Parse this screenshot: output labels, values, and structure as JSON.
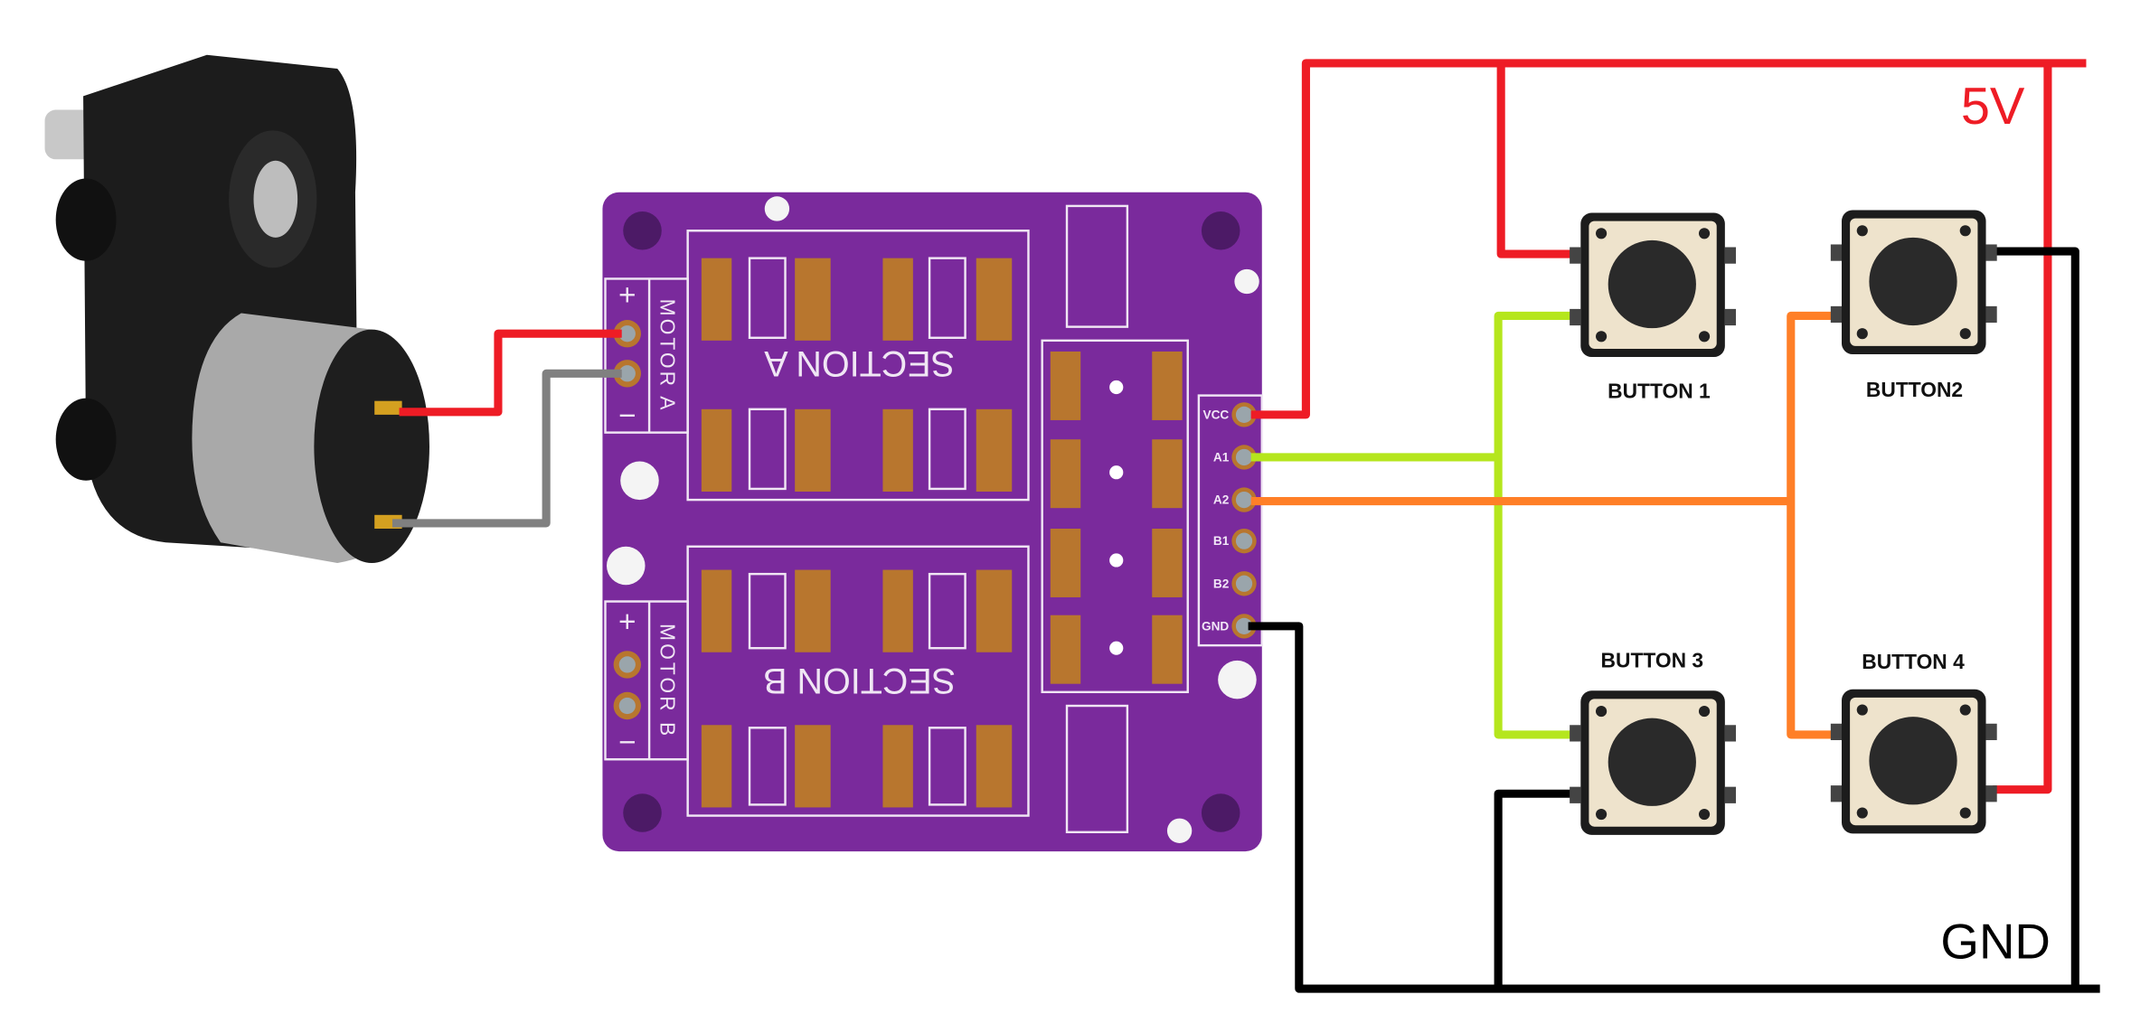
{
  "rails": {
    "vcc_label": "5V",
    "gnd_label": "GND"
  },
  "board": {
    "section_a": "SECTION A",
    "section_b": "SECTION B",
    "motor_a": "MOTOR A",
    "motor_b": "MOTOR B",
    "plus": "+",
    "minus": "−",
    "pins": [
      "VCC",
      "A1",
      "A2",
      "B1",
      "B2",
      "GND"
    ]
  },
  "buttons": [
    {
      "label": "BUTTON 1"
    },
    {
      "label": "BUTTON2"
    },
    {
      "label": "BUTTON 3"
    },
    {
      "label": "BUTTON 4"
    }
  ],
  "colors": {
    "vcc_wire": "#ee1c25",
    "gnd_wire": "#000000",
    "a1_wire": "#b5e61d",
    "a2_wire": "#ff7f27",
    "motor_neg_wire": "#808080",
    "pcb": "#7a2a9c"
  }
}
